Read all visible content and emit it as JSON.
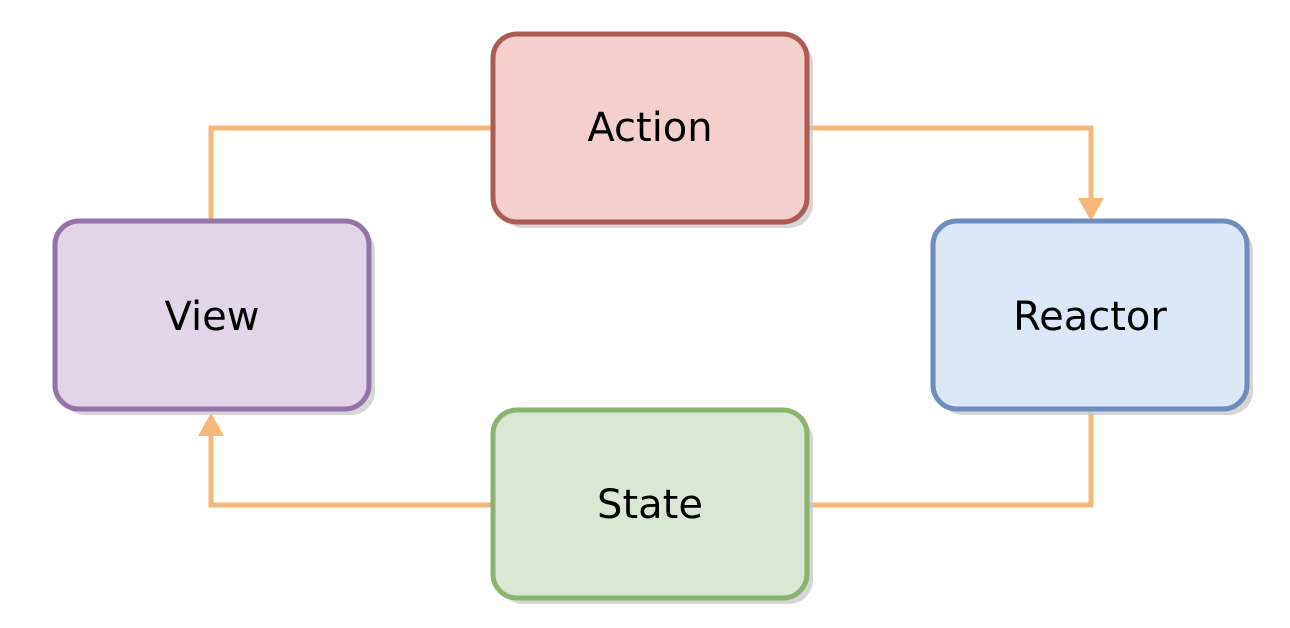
{
  "diagram": {
    "connector_color": "#F5B77A",
    "nodes": {
      "action": {
        "label": "Action",
        "fill": "#F4CFCD",
        "stroke": "#AE5B54"
      },
      "reactor": {
        "label": "Reactor",
        "fill": "#DCE7F8",
        "stroke": "#6E8CBC"
      },
      "state": {
        "label": "State",
        "fill": "#D9E7D4",
        "stroke": "#8BB470"
      },
      "view": {
        "label": "View",
        "fill": "#E1D5E7",
        "stroke": "#9473A6"
      }
    }
  }
}
